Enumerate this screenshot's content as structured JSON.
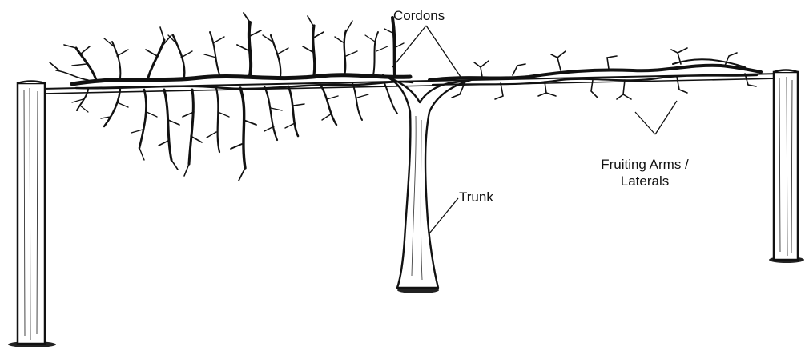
{
  "diagram": {
    "labels": {
      "cordons": "Cordons",
      "trunk": "Trunk",
      "fruiting_line1": "Fruiting Arms /",
      "fruiting_line2": "Laterals"
    },
    "colors": {
      "ink": "#111111",
      "wood_fill": "#ffffff",
      "background": "#ffffff"
    }
  }
}
